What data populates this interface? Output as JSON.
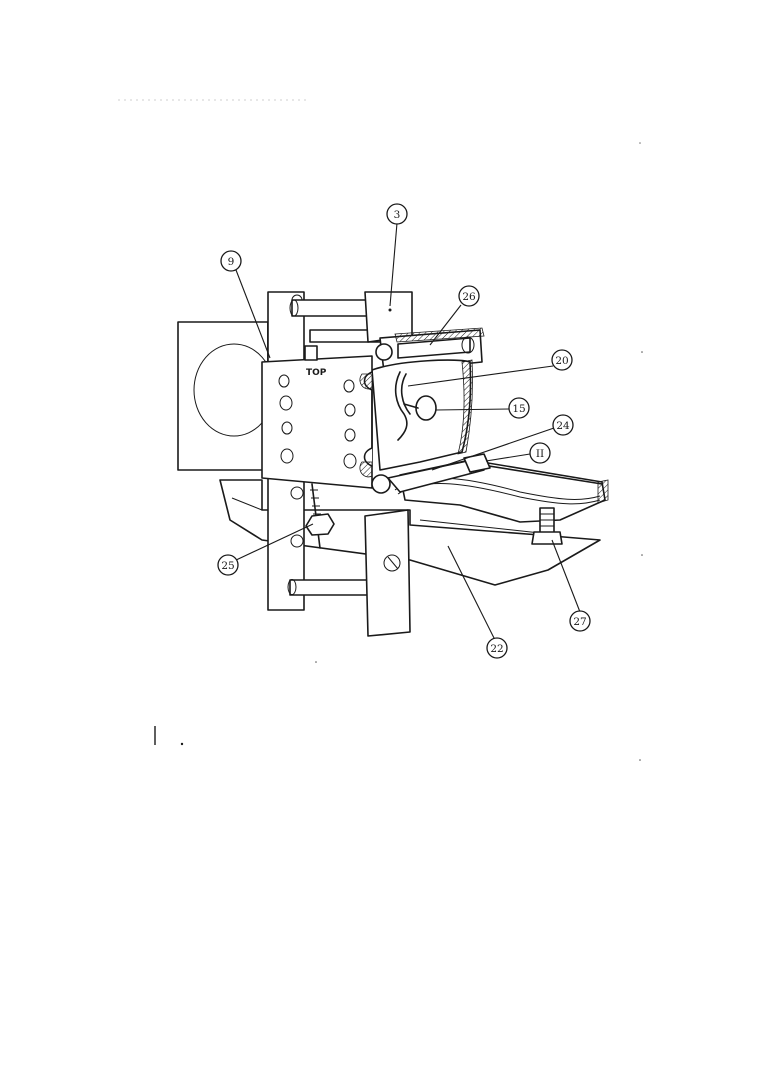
{
  "diagram": {
    "plate_label": "TOP",
    "callouts": [
      {
        "id": "callout-3",
        "label": "3"
      },
      {
        "id": "callout-9",
        "label": "9"
      },
      {
        "id": "callout-26",
        "label": "26"
      },
      {
        "id": "callout-20",
        "label": "20"
      },
      {
        "id": "callout-15",
        "label": "15"
      },
      {
        "id": "callout-24",
        "label": "24"
      },
      {
        "id": "callout-11",
        "label": "II"
      },
      {
        "id": "callout-25",
        "label": "25"
      },
      {
        "id": "callout-27",
        "label": "27"
      },
      {
        "id": "callout-22",
        "label": "22"
      }
    ]
  }
}
